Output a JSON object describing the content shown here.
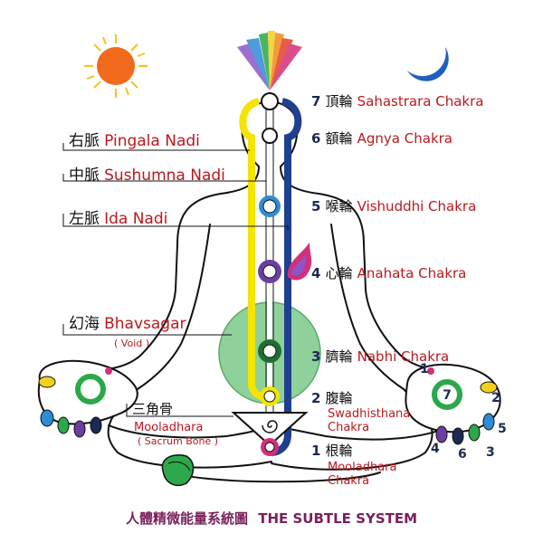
{
  "colors": {
    "pingala": "#f4e400",
    "ida": "#1f3f8f",
    "sushumna": "#ffffff",
    "body_line": "#111111",
    "label_red": "#b8191f",
    "number_navy": "#1d2a52",
    "void_green": "#8fd19a",
    "sun": "#f26a1b",
    "moon": "#1f5fbf"
  },
  "chakras": [
    {
      "num": "7",
      "cjk": "頂輪",
      "name": "Sahastrara Chakra"
    },
    {
      "num": "6",
      "cjk": "額輪",
      "name": "Agnya Chakra"
    },
    {
      "num": "5",
      "cjk": "喉輪",
      "name": "Vishuddhi Chakra"
    },
    {
      "num": "4",
      "cjk": "心輪",
      "name": "Anahata Chakra"
    },
    {
      "num": "3",
      "cjk": "臍輪",
      "name": "Nabhi Chakra"
    },
    {
      "num": "2",
      "cjk": "腹輪",
      "name": "Swadhisthana",
      "name2": "Chakra"
    },
    {
      "num": "1",
      "cjk": "根輪",
      "name": "Mooladhara",
      "name2": "Chakra"
    }
  ],
  "nadis": [
    {
      "cjk": "右脈",
      "name": "Pingala Nadi"
    },
    {
      "cjk": "中脈",
      "name": "Sushumna Nadi"
    },
    {
      "cjk": "左脈",
      "name": "Ida Nadi"
    }
  ],
  "bhavsagar": {
    "cjk": "幻海",
    "name": "Bhavsagar",
    "sub": "( Void )"
  },
  "sacrum": {
    "cjk": "三角骨",
    "name": "Mooladhara",
    "sub": "( Sacrum Bone )"
  },
  "right_hand_numbers": [
    "1",
    "2",
    "3",
    "4",
    "5",
    "6",
    "7"
  ],
  "footer": {
    "cjk": "人體精微能量系統圖",
    "en": "THE SUBTLE SYSTEM"
  }
}
